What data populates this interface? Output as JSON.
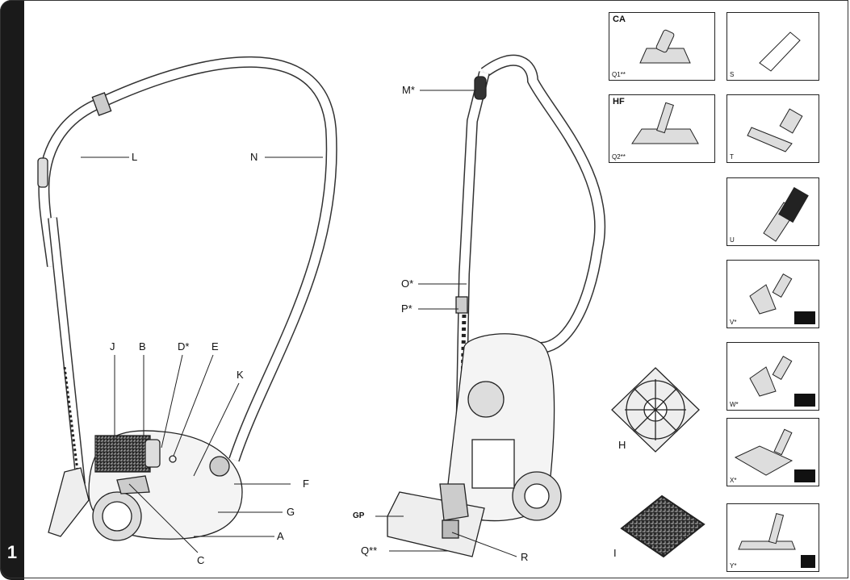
{
  "figure": {
    "number": "1"
  },
  "labels": {
    "A": "A",
    "B": "B",
    "C": "C",
    "D": "D*",
    "E": "E",
    "F": "F",
    "G": "G",
    "H": "H",
    "I": "I",
    "J": "J",
    "K": "K",
    "L": "L",
    "M": "M*",
    "N": "N",
    "O": "O*",
    "P": "P*",
    "Q": "Q**",
    "R": "R",
    "GP": "GP"
  },
  "accessories": [
    {
      "code": "CA",
      "id": "Q1**"
    },
    {
      "code": "",
      "id": "S"
    },
    {
      "code": "HF",
      "id": "Q2**"
    },
    {
      "code": "",
      "id": "T"
    },
    {
      "code": "",
      "id": "U"
    },
    {
      "code": "",
      "id": "V*"
    },
    {
      "code": "",
      "id": "W*"
    },
    {
      "code": "",
      "id": "X*"
    },
    {
      "code": "",
      "id": "Y*"
    }
  ]
}
